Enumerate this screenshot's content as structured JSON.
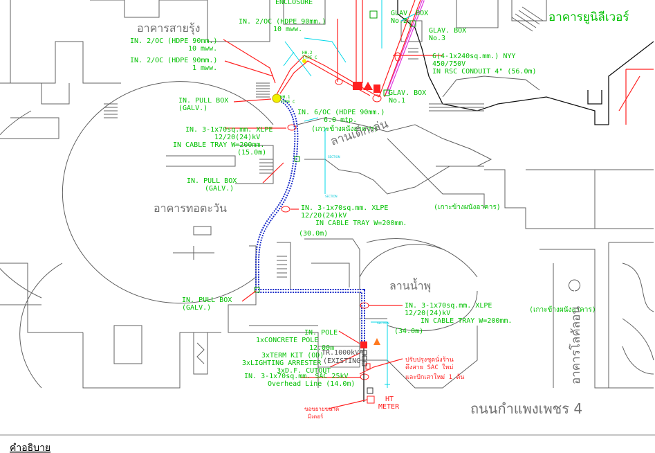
{
  "buildings": {
    "sairung": "อาคารสายรุ้ง",
    "rainbow": "อาคารยูนิลีเวอร์",
    "sunflower": "อาคารทอตะวัน",
    "kids_area": "ลานเด็กเล่น",
    "fountain": "ลานน้ำพุ",
    "locate": "อาคารโลคัลอน",
    "road": "ถนนกำแพงเพชร 4"
  },
  "labels": {
    "enclosure": "ENCLOSURE",
    "glav2_a": "GLAV. BOX",
    "glav2_b": "No.2",
    "glav3_a": "GLAV. BOX",
    "glav3_b": "No.3",
    "glav1_a": "GLAV. BOX",
    "glav1_b": "No.1",
    "in2oc_10_a": "IN. 2/OC (HDPE 90mm.)",
    "in2oc_10_b": "10 mww.",
    "in2oc_left_a": "IN. 2/OC (HDPE 90mm.)",
    "in2oc_left_b": "10 mww.",
    "in2oc_1_a": "IN. 2/OC (HDPE 90mm.)",
    "in2oc_1_b": "1 mww.",
    "nyy_a": "6(4-1x240sq.mm.) NYY",
    "nyy_b": "450/750V",
    "nyy_c": "IN RSC CONDUIT 4\" (56.0m)",
    "pullbox1_a": "IN. PULL BOX",
    "pullbox1_b": "(GALV.)",
    "in6oc_a": "IN. 6/OC (HDPE 90mm.)",
    "in6oc_b": "6.0 mtp.",
    "wall_note1": "(เกาะข้างผนังอาคาร)",
    "xlpe1_a": "IN. 3-1x70sq.mm. XLPE",
    "xlpe1_b": "12/20(24)kV",
    "xlpe1_c": "IN CABLE TRAY W=200mm.",
    "xlpe1_d": "(15.0m)",
    "pullbox2_a": "IN. PULL BOX",
    "pullbox2_b": "(GALV.)",
    "xlpe2_a": "IN. 3-1x70sq.mm. XLPE",
    "xlpe2_b": "12/20(24)kV",
    "xlpe2_c": "IN CABLE TRAY W=200mm.",
    "xlpe2_d": "(30.0m)",
    "wall_note2": "(เกาะข้างผนังอาคาร)",
    "pullbox3_a": "IN. PULL BOX",
    "pullbox3_b": "(GALV.)",
    "xlpe3_a": "IN. 3-1x70sq.mm. XLPE",
    "xlpe3_b": "12/20(24)kV",
    "xlpe3_c": "IN CABLE TRAY W=200mm.",
    "xlpe3_d": "(34.0m)",
    "wall_note3": "(เกาะข้างผนังอาคาร)",
    "inpole": "IN. POLE",
    "concrete_a": "1xCONCRETE POLE",
    "concrete_b": "12.00m",
    "termkit": "3xTERM KIT (OD)",
    "arrester": "3xLIGHTING ARRESTER",
    "cutout": "3xD.F. CUTOUT",
    "sac_a": "IN. 3-1x70sq.mm. SAC 25kV",
    "sac_b": "Overhead Line (14.0m)",
    "tr_a": "TR.1000kVA",
    "tr_b": "(EXISTING)",
    "note_a": "ปรับปรุงชุดนั่งร้าน",
    "note_b": "ดึงสาย SAC ใหม่",
    "note_c": "และปักเสาใหม่ 1 ต้น",
    "ht_a": "HT",
    "ht_b": "METER",
    "meter_a": "ขอขยายขนาด",
    "meter_b": "มิเตอร์",
    "hh2_a": "HH.2",
    "hh2_b": "TYPE C",
    "hh1_a": "HH.1",
    "hh1_b": "TYPE C",
    "section": "SECTION"
  },
  "legend_title": "คำอธิบาย"
}
